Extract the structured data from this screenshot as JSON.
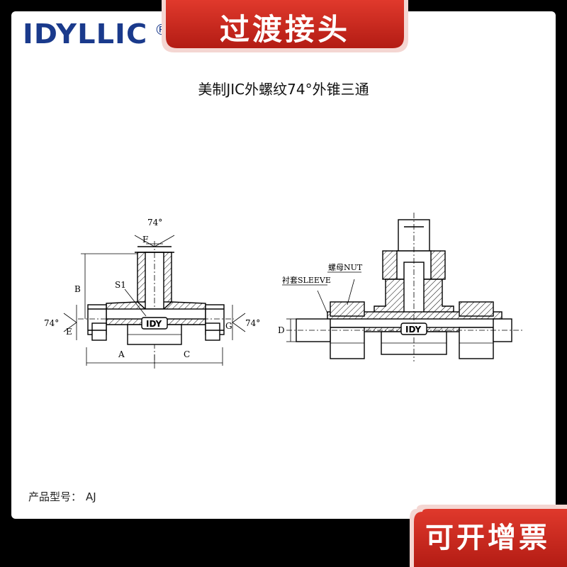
{
  "brand": {
    "name": "IDYLLIC",
    "reg_mark": "®",
    "color": "#1a3a8c"
  },
  "banner": {
    "title": "过渡接头",
    "color": "#c8261e"
  },
  "subtitle": "美制JIC外螺纹74°外锥三通",
  "model": {
    "label": "产品型号：",
    "value": "AJ"
  },
  "badge": {
    "text": "可开增票",
    "color": "#c8261e"
  },
  "diagram_left": {
    "angle_top": "74°",
    "angle_left": "74°",
    "angle_right": "74°",
    "dims": {
      "F": "F",
      "B": "B",
      "S1": "S1",
      "E": "E",
      "G": "G",
      "A": "A",
      "C": "C"
    },
    "stamp": "IDY"
  },
  "diagram_right": {
    "nut_label": "螺母NUT",
    "sleeve_label": "衬套SLEEVE",
    "dim_D": "D",
    "stamp": "IDY"
  }
}
